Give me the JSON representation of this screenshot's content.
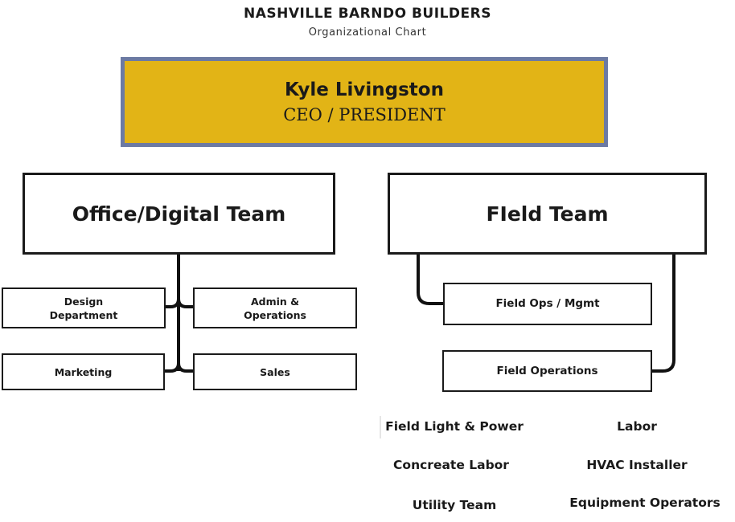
{
  "header": {
    "title": "NASHVILLE BARNDO BUILDERS",
    "subtitle": "Organizational Chart"
  },
  "ceo": {
    "name": "Kyle Livingston",
    "title": "CEO / PRESIDENT",
    "fill": "#e2b416",
    "border": "#6c7aa3"
  },
  "teams": {
    "office": {
      "label": "Office/Digital Team",
      "departments": {
        "design": "Design Department",
        "admin": "Admin & Operations",
        "marketing": "Marketing",
        "sales": "Sales"
      }
    },
    "field": {
      "label": "FIeld Team",
      "departments": {
        "ops_mgmt": "Field Ops / Mgmt",
        "operations": "Field Operations"
      }
    }
  },
  "field_roles": [
    "Field Light & Power",
    "Labor",
    "Concreate Labor",
    "HVAC Installer",
    "Utility Team",
    "Equipment Operators"
  ]
}
